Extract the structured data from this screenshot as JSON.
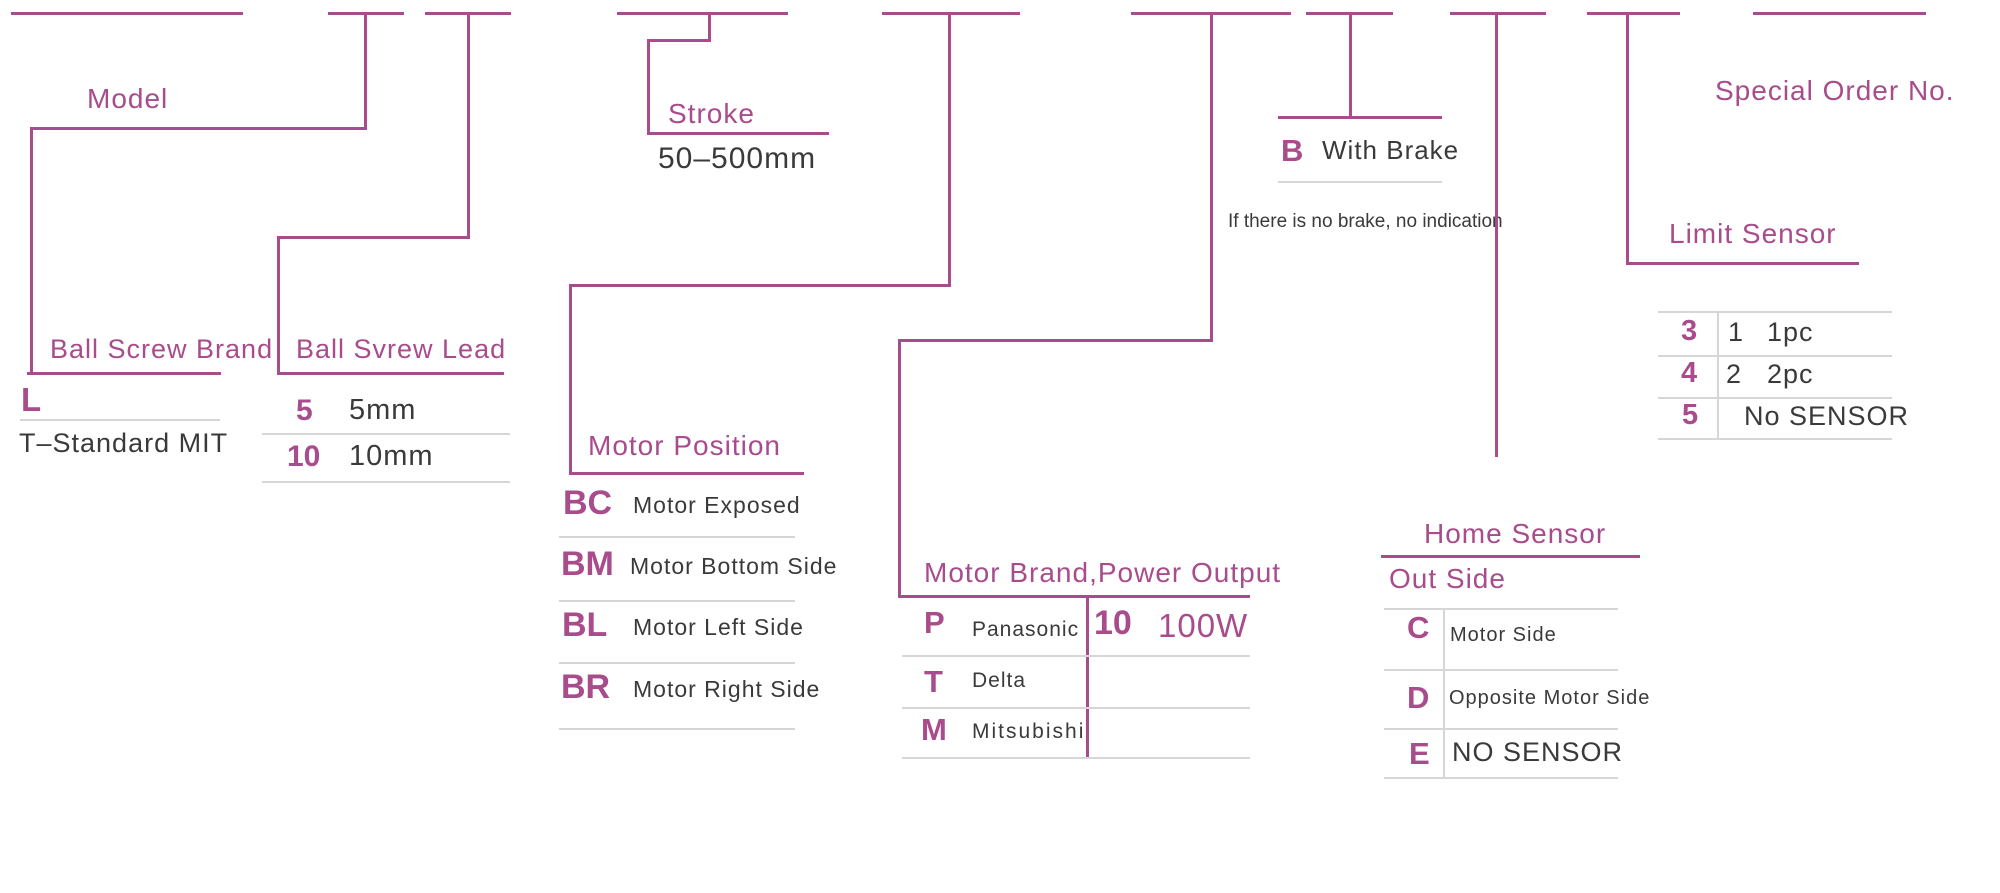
{
  "palette": {
    "accent": "#A84C8C",
    "text": "#3A3A3A",
    "divider": "#D6D6D6",
    "background": "#FFFFFF"
  },
  "sections": {
    "model": {
      "label": "Model"
    },
    "ball_screw_brand": {
      "label": "Ball Screw Brand",
      "code": "L",
      "desc": "T–Standard MIT"
    },
    "ball_screw_lead": {
      "label": "Ball Svrew Lead",
      "options": [
        {
          "code": "5",
          "desc": "5mm"
        },
        {
          "code": "10",
          "desc": "10mm"
        }
      ]
    },
    "stroke": {
      "label": "Stroke",
      "range": "50–500mm"
    },
    "motor_position": {
      "label": "Motor Position",
      "options": [
        {
          "code": "BC",
          "desc": "Motor Exposed"
        },
        {
          "code": "BM",
          "desc": "Motor Bottom Side"
        },
        {
          "code": "BL",
          "desc": "Motor Left Side"
        },
        {
          "code": "BR",
          "desc": "Motor Right Side"
        }
      ]
    },
    "motor_brand_power": {
      "label": "Motor Brand,Power Output",
      "brands": [
        {
          "code": "P",
          "desc": "Panasonic"
        },
        {
          "code": "T",
          "desc": "Delta"
        },
        {
          "code": "M",
          "desc": "Mitsubishi"
        }
      ],
      "power": [
        {
          "code": "10",
          "desc": "100W"
        }
      ]
    },
    "brake": {
      "code": "B",
      "desc": "With Brake",
      "note": "If there is no brake, no indication"
    },
    "home_sensor": {
      "label": "Home Sensor",
      "sublabel": "Out Side",
      "options": [
        {
          "code": "C",
          "desc": "Motor Side"
        },
        {
          "code": "D",
          "desc": "Opposite Motor Side"
        },
        {
          "code": "E",
          "desc": "NO SENSOR"
        }
      ]
    },
    "limit_sensor": {
      "label": "Limit Sensor",
      "options": [
        {
          "code": "3",
          "qty": "1",
          "desc": "1pc"
        },
        {
          "code": "4",
          "qty": "2",
          "desc": "2pc"
        },
        {
          "code": "5",
          "qty": "",
          "desc": "No SENSOR"
        }
      ]
    },
    "special_order": {
      "label": "Special Order No."
    }
  }
}
